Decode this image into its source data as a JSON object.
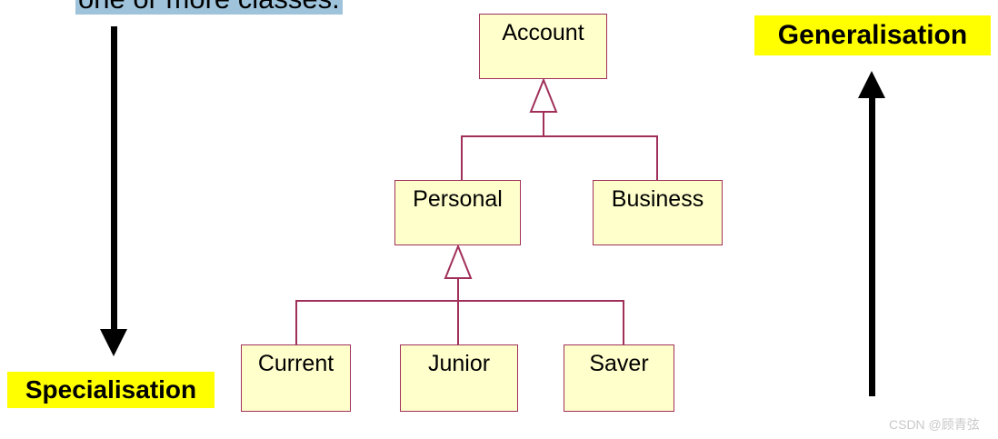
{
  "diagram": {
    "title_fragment": "one or more classes.",
    "type": "uml-generalisation-hierarchy",
    "colors": {
      "box_fill": "#ffffcc",
      "box_border": "#a0305a",
      "connector": "#a0305a",
      "caption_highlight": "#ffff00",
      "text_highlight": "#9ec3da",
      "arrow": "#000000",
      "watermark": "#c9c9c9"
    },
    "classes": [
      {
        "id": "account",
        "label": "Account",
        "level": 0
      },
      {
        "id": "personal",
        "label": "Personal",
        "level": 1
      },
      {
        "id": "business",
        "label": "Business",
        "level": 1
      },
      {
        "id": "current",
        "label": "Current",
        "level": 2
      },
      {
        "id": "junior",
        "label": "Junior",
        "level": 2
      },
      {
        "id": "saver",
        "label": "Saver",
        "level": 2
      }
    ],
    "generalisations": [
      {
        "parent": "Account",
        "children": [
          "Personal",
          "Business"
        ]
      },
      {
        "parent": "Personal",
        "children": [
          "Current",
          "Junior",
          "Saver"
        ]
      }
    ]
  },
  "annotations": {
    "specialisation": {
      "label": "Specialisation",
      "direction": "down",
      "side": "left"
    },
    "generalisation": {
      "label": "Generalisation",
      "direction": "up",
      "side": "right"
    }
  },
  "watermark": {
    "text": "CSDN @顾青弦"
  }
}
